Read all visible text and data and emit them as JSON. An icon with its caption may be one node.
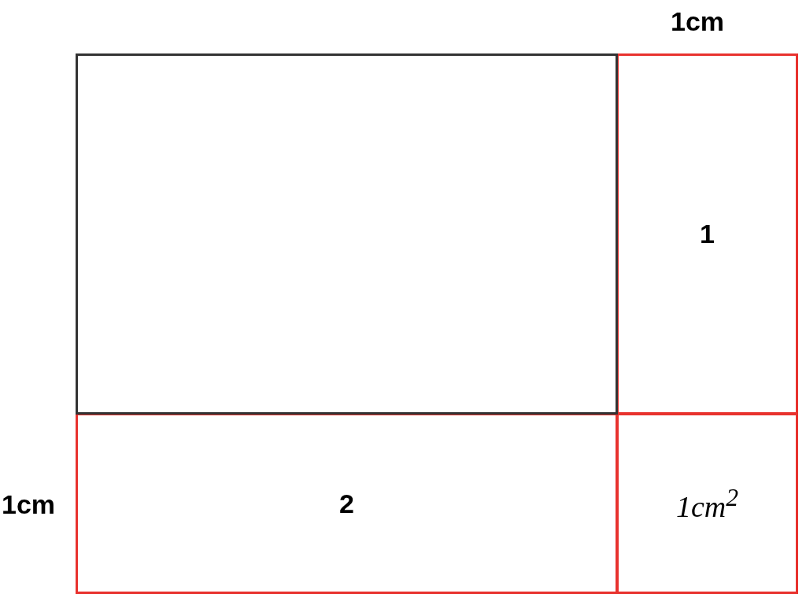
{
  "diagram": {
    "nodes": [
      {
        "text": [],
        "shape": "box"
      },
      {
        "text": [
          "1"
        ]
      },
      {
        "text": [
          "2"
        ]
      },
      {
        "text": [
          "1cm$^{2}$"
        ]
      }
    ],
    "labels": [
      "1cm",
      "1cm"
    ]
  }
}
